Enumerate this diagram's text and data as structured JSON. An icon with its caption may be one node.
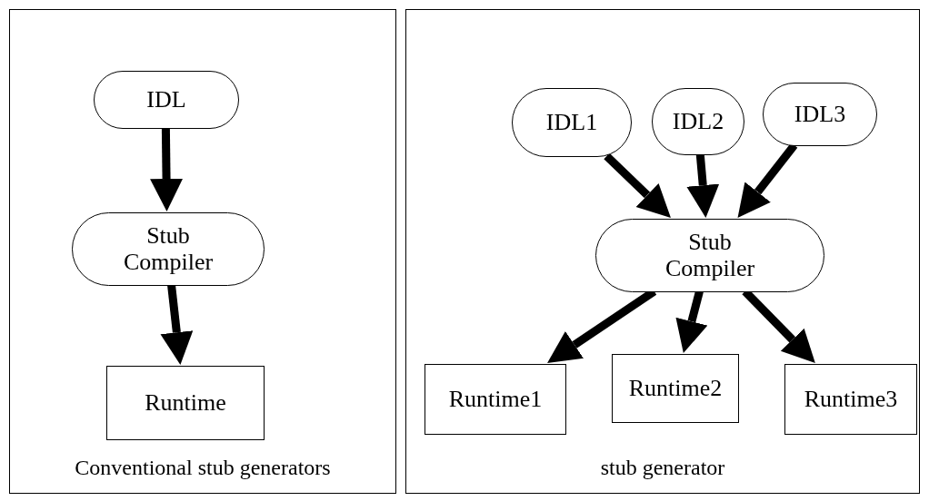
{
  "diagram": {
    "nodes": [
      {
        "text": [
          "Conventional stub generators"
        ]
      },
      {
        "text": [
          "IDL"
        ],
        "in": 0
      },
      {
        "text": [
          "Stub Compiler"
        ],
        "in": 0
      },
      {
        "text": [
          "Runtime"
        ],
        "in": 0
      },
      {
        "text": [
          "stub generator"
        ]
      },
      {
        "text": [
          "IDL1"
        ],
        "in": 4
      },
      {
        "text": [
          "IDL2"
        ],
        "in": 4
      },
      {
        "text": [
          "IDL3"
        ],
        "in": 4
      },
      {
        "text": [
          "Stub Compiler"
        ],
        "in": 4
      },
      {
        "text": [
          "Runtime1"
        ],
        "in": 4
      },
      {
        "text": [
          "Runtime2"
        ],
        "in": 4
      },
      {
        "text": [
          "Runtime3"
        ],
        "in": 4
      }
    ],
    "edges": [
      {
        "from": 1,
        "to": 2,
        "arrow": "to"
      },
      {
        "from": 2,
        "to": 3,
        "arrow": "to"
      },
      {
        "from": 5,
        "to": 8,
        "arrow": "to"
      },
      {
        "from": 6,
        "to": 8,
        "arrow": "to"
      },
      {
        "from": 7,
        "to": 8,
        "arrow": "to"
      },
      {
        "from": 8,
        "to": 9,
        "arrow": "to"
      },
      {
        "from": 8,
        "to": 10,
        "arrow": "to"
      },
      {
        "from": 8,
        "to": 11,
        "arrow": "to"
      }
    ]
  }
}
